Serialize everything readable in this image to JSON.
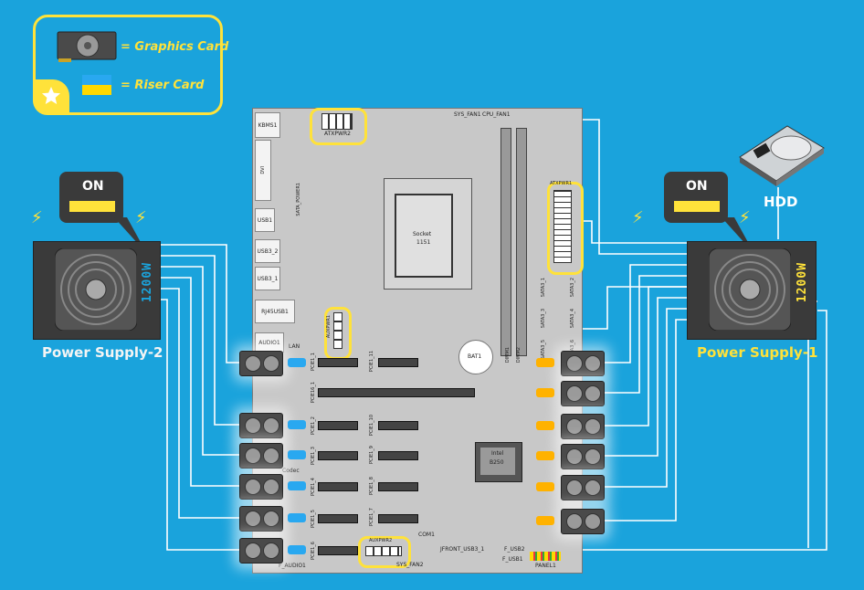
{
  "legend": {
    "graphics_card": "= Graphics Card",
    "riser_card": "= Riser Card"
  },
  "psu_left": {
    "on_label": "ON",
    "wattage": "1200W",
    "name": "Power Supply-2"
  },
  "psu_right": {
    "on_label": "ON",
    "wattage": "1200W",
    "name": "Power Supply-1"
  },
  "hdd": {
    "label": "HDD"
  },
  "motherboard": {
    "ports": {
      "kbms": "KBMS1",
      "dvi": "DVI",
      "usb1": "USB1",
      "usb3_2": "USB3_2",
      "usb3_1": "USB3_1",
      "rj45": "RJ45USB1",
      "audio": "AUDIO1",
      "lan": "LAN"
    },
    "headers": {
      "atxpwr2": "ATXPWR2",
      "sys_fan1": "SYS_FAN1",
      "cpu_fan1": "CPU_FAN1",
      "sata_power": "SATA_POWER1",
      "atxpwr1": "ATXPWR1",
      "auxpwr1": "AUXPWR1",
      "auxpwr2": "AUXPWR2",
      "com1": "COM1",
      "sys_fan2": "SYS_FAN2",
      "jfront_usb": "JFRONT_USB3_1",
      "f_usb2": "F_USB2",
      "f_usb1": "F_USB1",
      "panel1": "PANEL1",
      "f_audio": "F_AUDIO1",
      "bat": "BAT1",
      "dimm1": "DIMM1",
      "dimm2": "DIMM2"
    },
    "socket": {
      "line1": "Socket",
      "line2": "1151"
    },
    "chipset": {
      "brand": "Intel",
      "model": "B250"
    },
    "sata": [
      "SATA3_1",
      "SATA3_2",
      "SATA3_3",
      "SATA3_4",
      "SATA3_5",
      "SATA3_6"
    ],
    "pcie_left": [
      "PCIE1_1",
      "PCIE16_1",
      "PCIE1_2",
      "PCIE1_3",
      "PCIE1_4",
      "PCIE1_5",
      "PCIE1_6"
    ],
    "pcie_right": [
      "PCIE1_11",
      "PCIE1_10",
      "PCIE1_9",
      "PCIE1_8",
      "PCIE1_7"
    ],
    "codec": "Codec"
  },
  "colors": {
    "background": "#1aa3dc",
    "accent": "#ffe23a",
    "riser_blue": "#29a8f0",
    "riser_orange": "#ffb200",
    "board": "#c8c8c8",
    "psu": "#3a3a3a"
  }
}
